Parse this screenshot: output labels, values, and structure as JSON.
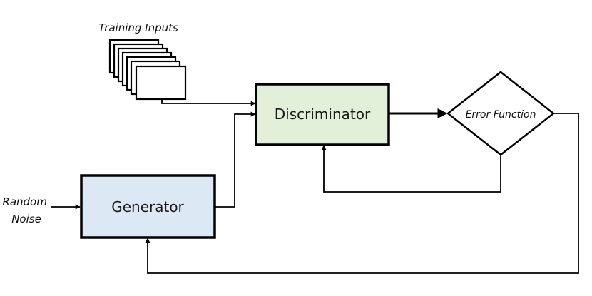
{
  "diagram": {
    "training_inputs_label": "Training Inputs",
    "discriminator_label": "Discriminator",
    "generator_label": "Generator",
    "error_function_label": "Error Function",
    "random_noise_line1": "Random",
    "random_noise_line2": "Noise"
  },
  "colors": {
    "discriminator_fill": "#e2efd9",
    "generator_fill": "#dde8f5",
    "stroke": "#000000",
    "background": "#ffffff"
  }
}
